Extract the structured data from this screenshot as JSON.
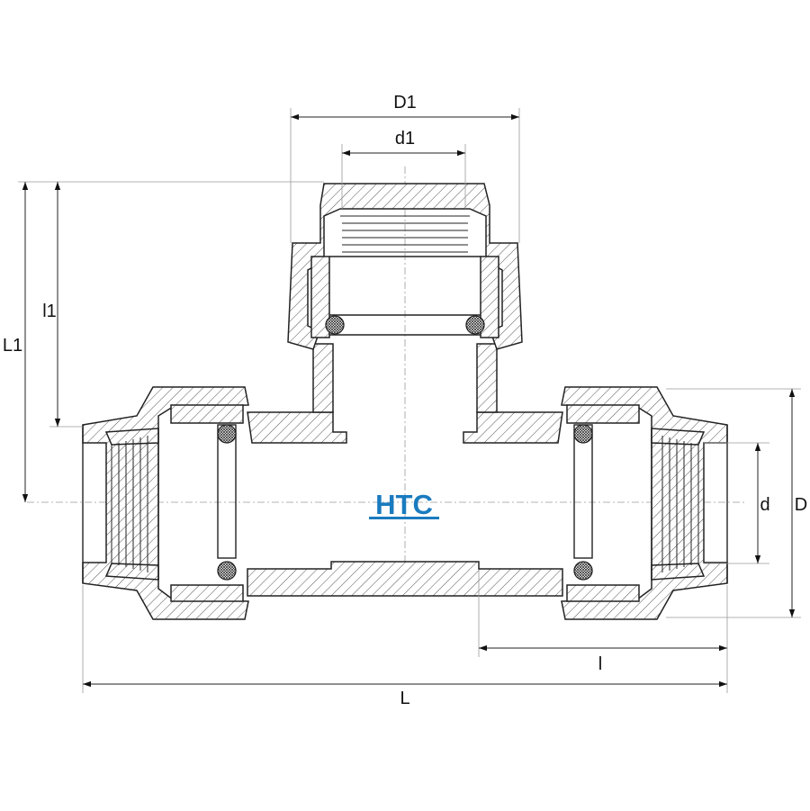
{
  "drawing": {
    "labels": {
      "D1": "D1",
      "d1": "d1",
      "l1": "l1",
      "L1": "L1",
      "d": "d",
      "D": "D",
      "l": "l",
      "L": "L"
    },
    "logo": {
      "text": "HTC",
      "color": "#1a7bbf"
    }
  }
}
